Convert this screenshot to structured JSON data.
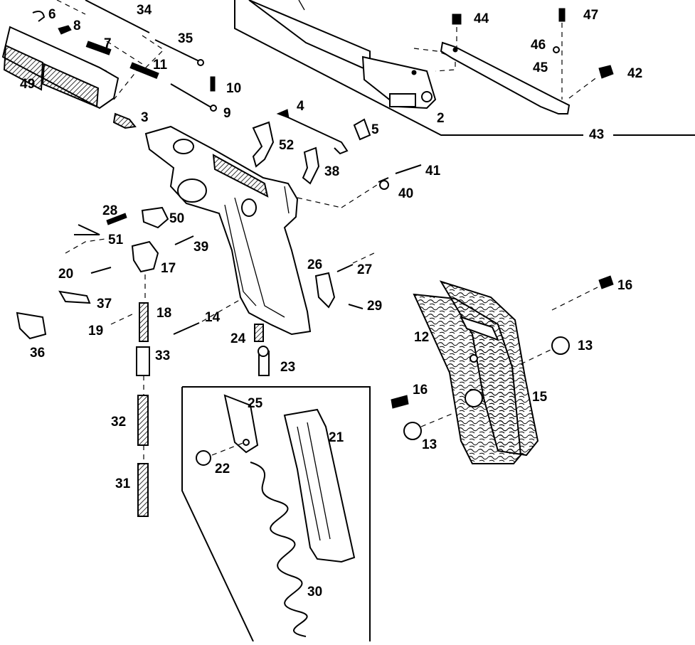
{
  "diagram": {
    "part_numbers": {
      "p2": "2",
      "p3": "3",
      "p4": "4",
      "p5": "5",
      "p6": "6",
      "p7": "7",
      "p8": "8",
      "p9": "9",
      "p10": "10",
      "p11": "11",
      "p12": "12",
      "p13a": "13",
      "p13b": "13",
      "p14": "14",
      "p15": "15",
      "p16a": "16",
      "p16b": "16",
      "p17": "17",
      "p18": "18",
      "p19": "19",
      "p20": "20",
      "p21": "21",
      "p22": "22",
      "p23": "23",
      "p24": "24",
      "p25": "25",
      "p26": "26",
      "p27": "27",
      "p28": "28",
      "p29": "29",
      "p30": "30",
      "p31": "31",
      "p32": "32",
      "p33": "33",
      "p34": "34",
      "p35": "35",
      "p36": "36",
      "p37": "37",
      "p38": "38",
      "p39": "39",
      "p40": "40",
      "p41": "41",
      "p42": "42",
      "p43": "43",
      "p44": "44",
      "p45": "45",
      "p46": "46",
      "p47": "47",
      "p49": "49",
      "p50": "50",
      "p51": "51",
      "p52": "52"
    }
  }
}
